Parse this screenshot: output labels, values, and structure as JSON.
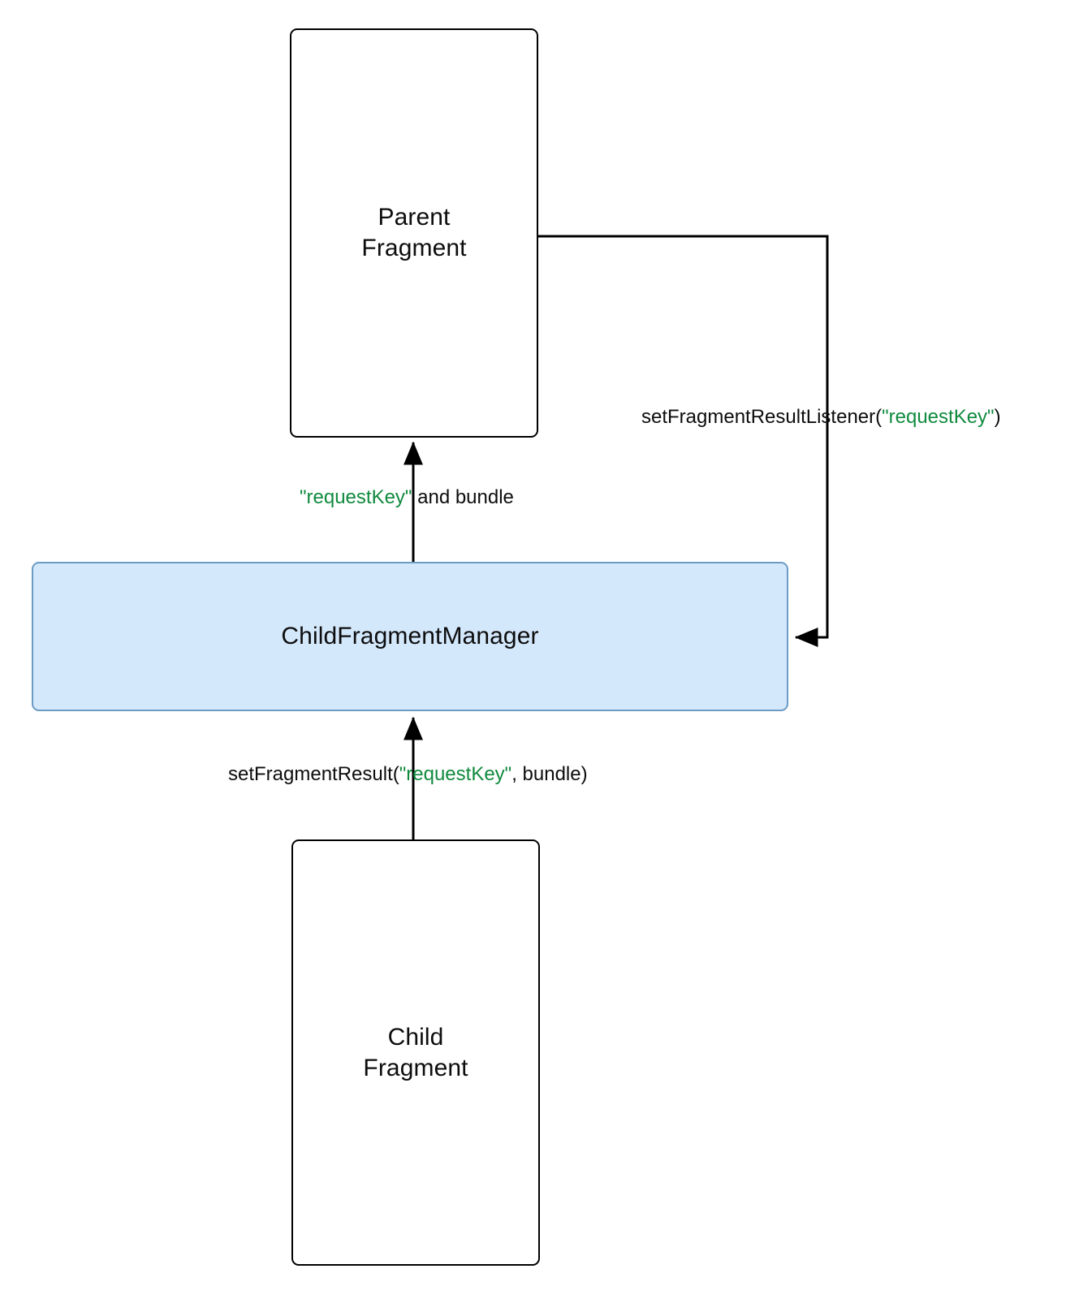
{
  "diagram": {
    "title": "Fragment Result API between Parent Fragment, ChildFragmentManager and Child Fragment",
    "colors": {
      "stroke": "#000000",
      "highlight_fill": "#d4e8fc",
      "highlight_stroke": "#6c9bc4",
      "key_token": "#108a3e",
      "text": "#0d0d0d",
      "background": "#ffffff"
    },
    "nodes": [
      {
        "id": "parent-fragment",
        "label": "Parent\nFragment",
        "style": "plain"
      },
      {
        "id": "child-fragment-manager",
        "label": "ChildFragmentManager",
        "style": "highlight"
      },
      {
        "id": "child-fragment",
        "label": "Child\nFragment",
        "style": "plain"
      }
    ],
    "edges": [
      {
        "id": "child-fragment-manager-to-parent-fragment",
        "from": "child-fragment-manager",
        "to": "parent-fragment",
        "label_parts": [
          {
            "text": "\"requestKey\"",
            "token": true
          },
          {
            "text": " and bundle",
            "token": false
          }
        ]
      },
      {
        "id": "parent-fragment-to-child-fragment-manager",
        "from": "parent-fragment",
        "to": "child-fragment-manager",
        "label_parts": [
          {
            "text": "setFragmentResultListener(",
            "token": false
          },
          {
            "text": "\"requestKey\"",
            "token": true
          },
          {
            "text": ")",
            "token": false
          }
        ]
      },
      {
        "id": "child-fragment-to-child-fragment-manager",
        "from": "child-fragment",
        "to": "child-fragment-manager",
        "label_parts": [
          {
            "text": "setFragmentResult(",
            "token": false
          },
          {
            "text": "\"requestKey\"",
            "token": true
          },
          {
            "text": ", bundle)",
            "token": false
          }
        ]
      }
    ]
  }
}
